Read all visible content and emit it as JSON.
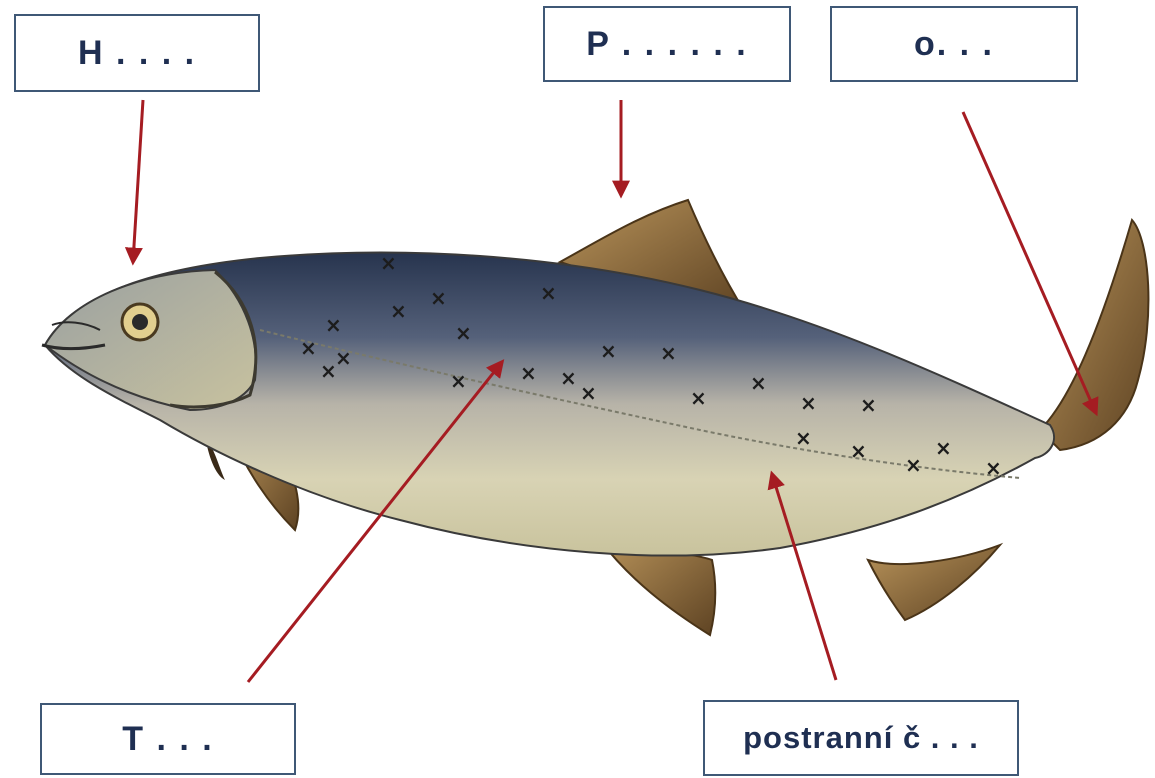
{
  "labels": {
    "head": "H . . . .",
    "dorsal_fin": "P . . . . . .",
    "tail_fin": "o. . .",
    "body": "T . . .",
    "lateral_line": "postranní č . . ."
  },
  "colors": {
    "arrow": "#a51c22",
    "box_border": "#3f5876",
    "label_text": "#1f2f52",
    "fish_back": "#2c3a52",
    "fish_belly": "#d9d4b6",
    "fin": "#8a6a3c"
  },
  "icons": [
    "salmon-illustration"
  ]
}
